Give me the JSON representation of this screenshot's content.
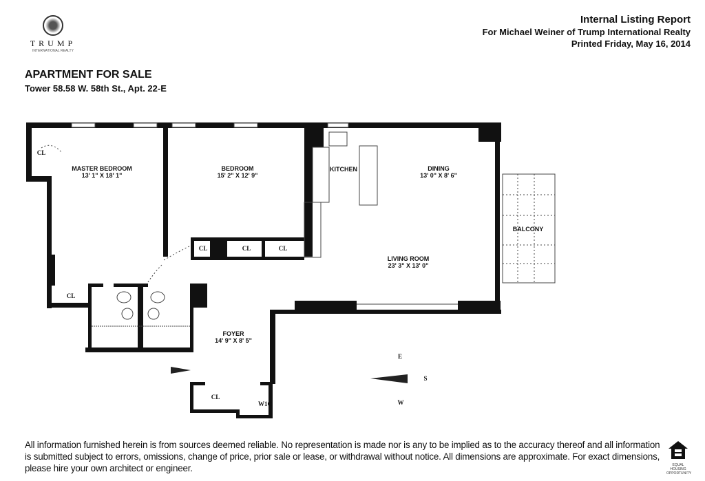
{
  "logo": {
    "brand": "TRUMP",
    "tagline": "INTERNATIONAL REALTY"
  },
  "header": {
    "report_title": "Internal Listing Report",
    "prepared_for": "For Michael Weiner of Trump International Realty",
    "printed": "Printed Friday, May 16, 2014"
  },
  "listing": {
    "title": "APARTMENT FOR SALE",
    "address": "Tower 58.58 W. 58th St., Apt. 22-E"
  },
  "floorplan": {
    "rooms": [
      {
        "name": "MASTER BEDROOM",
        "dims": "13' 1\" X 18' 1\""
      },
      {
        "name": "BEDROOM",
        "dims": "15' 2\" X 12' 9\""
      },
      {
        "name": "KITCHEN"
      },
      {
        "name": "DINING",
        "dims": "13' 0\" X 8' 6\""
      },
      {
        "name": "BALCONY"
      },
      {
        "name": "LIVING ROOM",
        "dims": "23' 3\" X 13' 0\""
      },
      {
        "name": "FOYER",
        "dims": "14' 9\" X 8' 5\""
      }
    ],
    "closet_label": "CL",
    "wic_label": "W1C",
    "compass": {
      "e": "E",
      "s": "S",
      "w": "W"
    }
  },
  "footer": {
    "disclaimer": "All information furnished herein is from sources deemed reliable. No representation is made nor is any to be implied as to the accuracy thereof and all information is submitted subject to errors, omissions, change of price, prior sale or lease, or withdrawal without notice. All dimensions are approximate. For exact dimensions, please hire your own architect or engineer.",
    "eho_caption": "EQUAL HOUSING OPPORTUNITY"
  }
}
